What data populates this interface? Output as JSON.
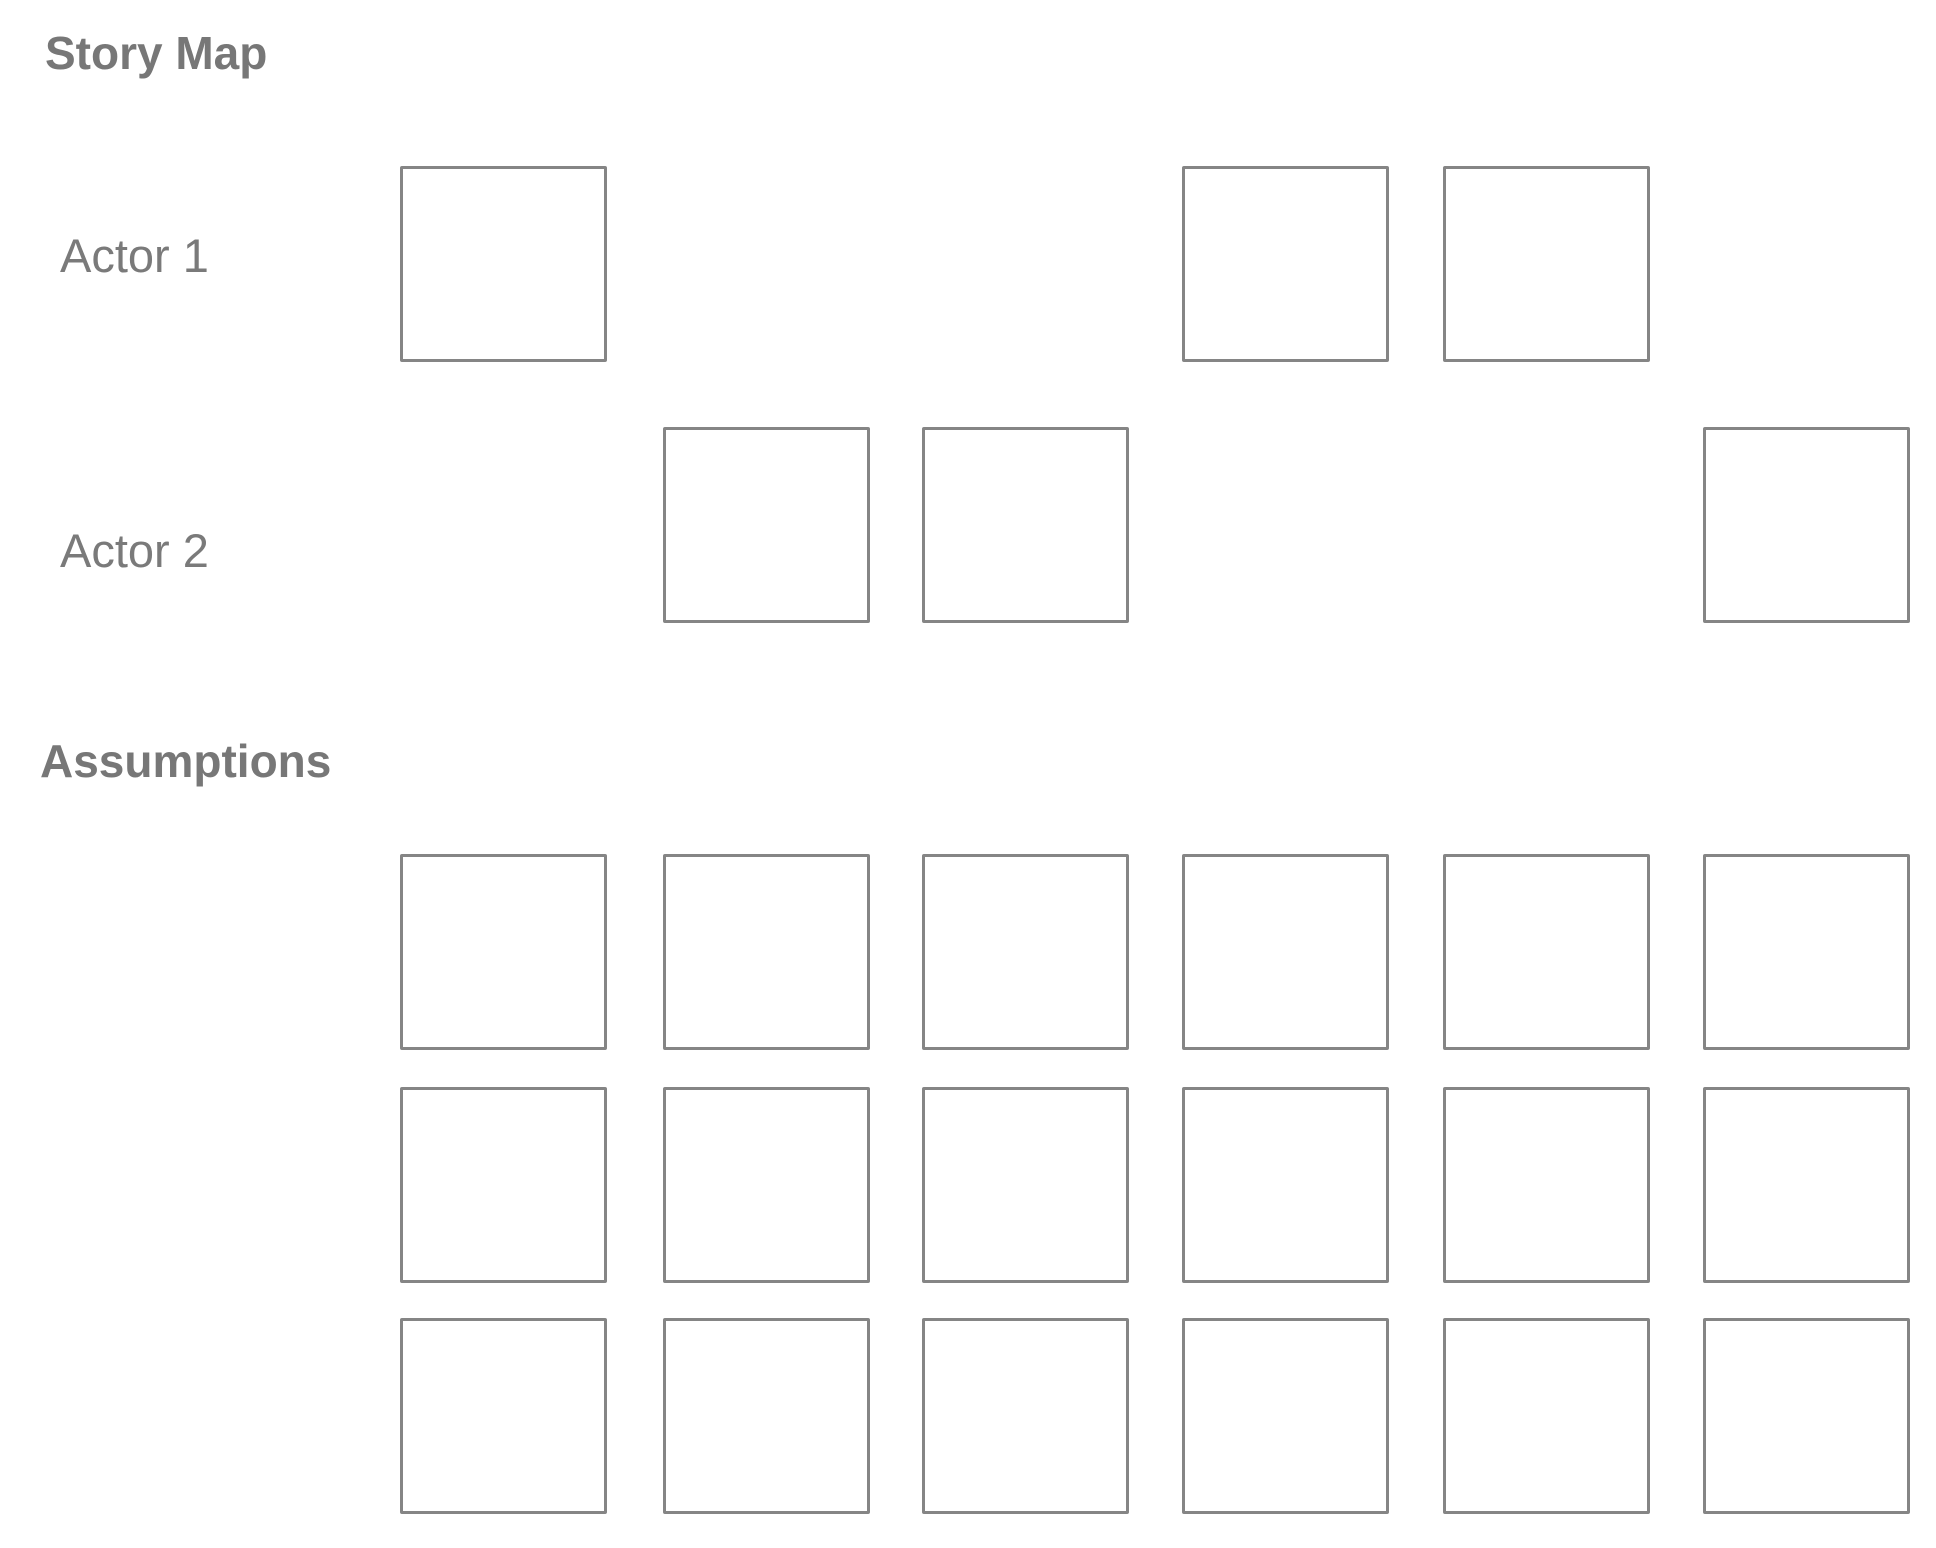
{
  "story_map": {
    "title": "Story Map",
    "actors": [
      {
        "label": "Actor 1"
      },
      {
        "label": "Actor 2"
      }
    ]
  },
  "assumptions": {
    "title": "Assumptions"
  }
}
